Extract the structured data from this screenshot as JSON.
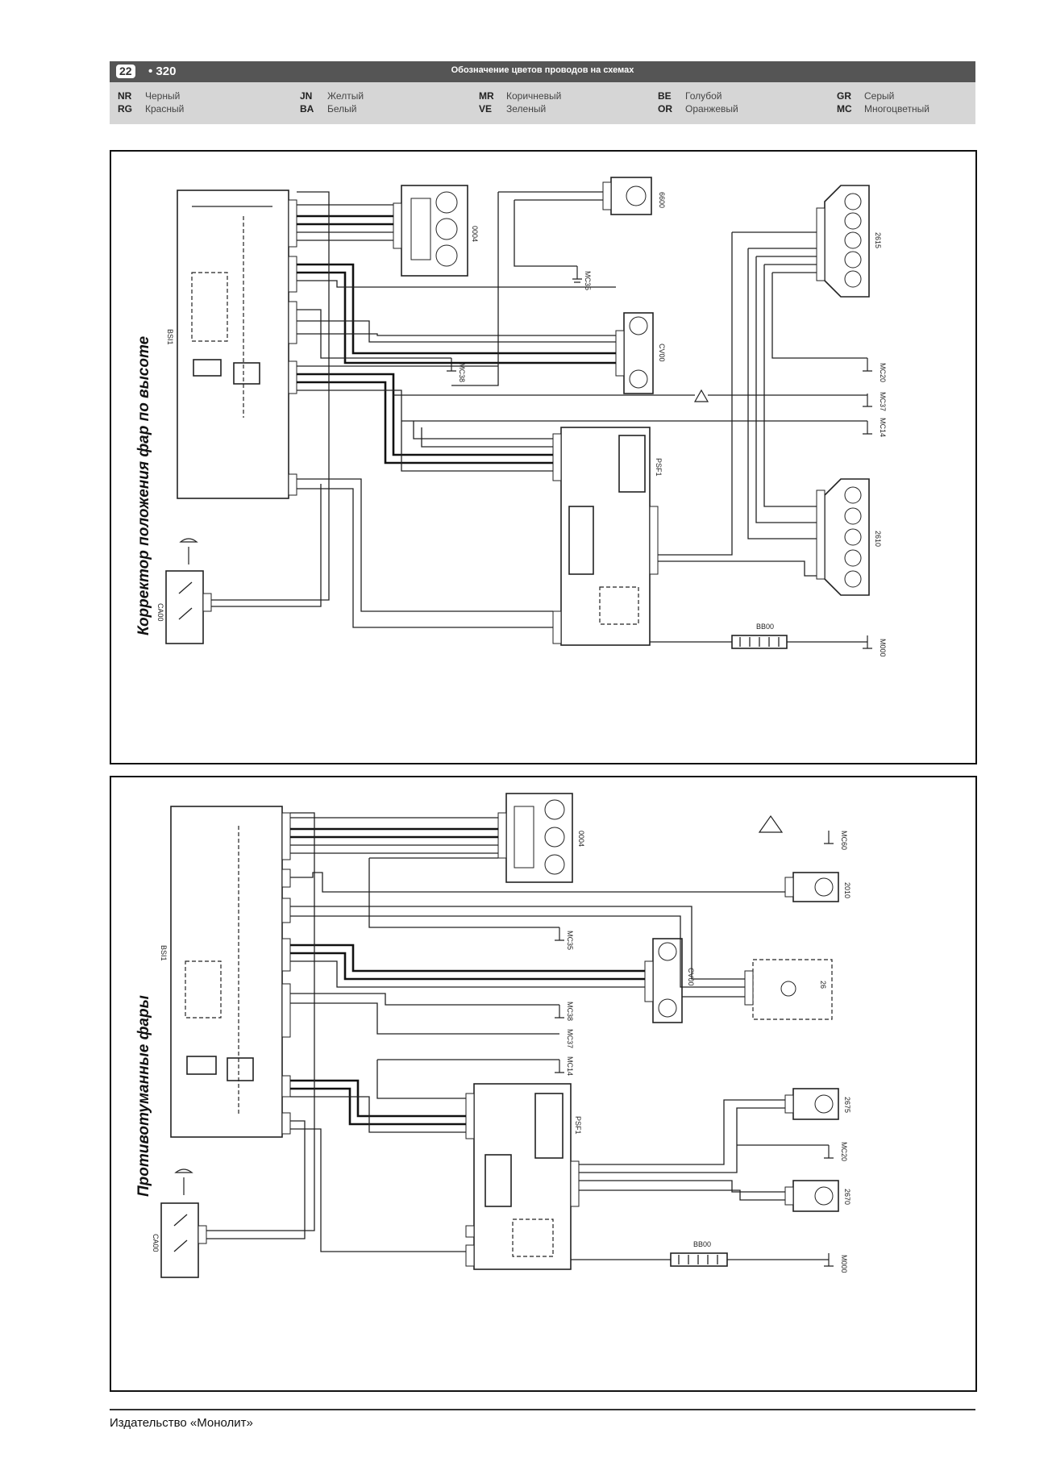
{
  "header": {
    "chapter": "22",
    "page": "• 320",
    "title": "Обозначение цветов проводов на схемах"
  },
  "legend": [
    {
      "code": "NR",
      "name": "Черный"
    },
    {
      "code": "RG",
      "name": "Красный"
    },
    {
      "code": "JN",
      "name": "Желтый"
    },
    {
      "code": "BA",
      "name": "Белый"
    },
    {
      "code": "MR",
      "name": "Коричневый"
    },
    {
      "code": "VE",
      "name": "Зеленый"
    },
    {
      "code": "BE",
      "name": "Голубой"
    },
    {
      "code": "OR",
      "name": "Оранжевый"
    },
    {
      "code": "GR",
      "name": "Серый"
    },
    {
      "code": "MC",
      "name": "Многоцветный"
    }
  ],
  "diagrams": [
    {
      "title": "Корректор положения фар по высоте",
      "components": {
        "bsi": "BSI1",
        "c004": "0004",
        "b600": "6600",
        "c2615": "2615",
        "cv00": "CV00",
        "mc35": "MC35",
        "mc38": "MC38",
        "mc20": "MC20",
        "mc37": "MC37",
        "mc14": "MC14",
        "psf1": "PSF1",
        "c2610": "2610",
        "ca00": "CA00",
        "bb00": "BB00",
        "m000": "M000"
      }
    },
    {
      "title": "Противотуманные фары",
      "components": {
        "bsi": "BSI1",
        "c004": "0004",
        "mc60": "MC60",
        "c2010": "2010",
        "mc35": "MC35",
        "cv00": "CV00",
        "c2600": "26",
        "mc38": "MC38",
        "mc37": "MC37",
        "mc14": "MC14",
        "psf1": "PSF1",
        "c2675": "2675",
        "mc20": "MC20",
        "c2670": "2670",
        "ca00": "CA00",
        "bb00": "BB00",
        "m000": "M000"
      }
    }
  ],
  "footer": {
    "publisher": "Издательство «Монолит»"
  }
}
